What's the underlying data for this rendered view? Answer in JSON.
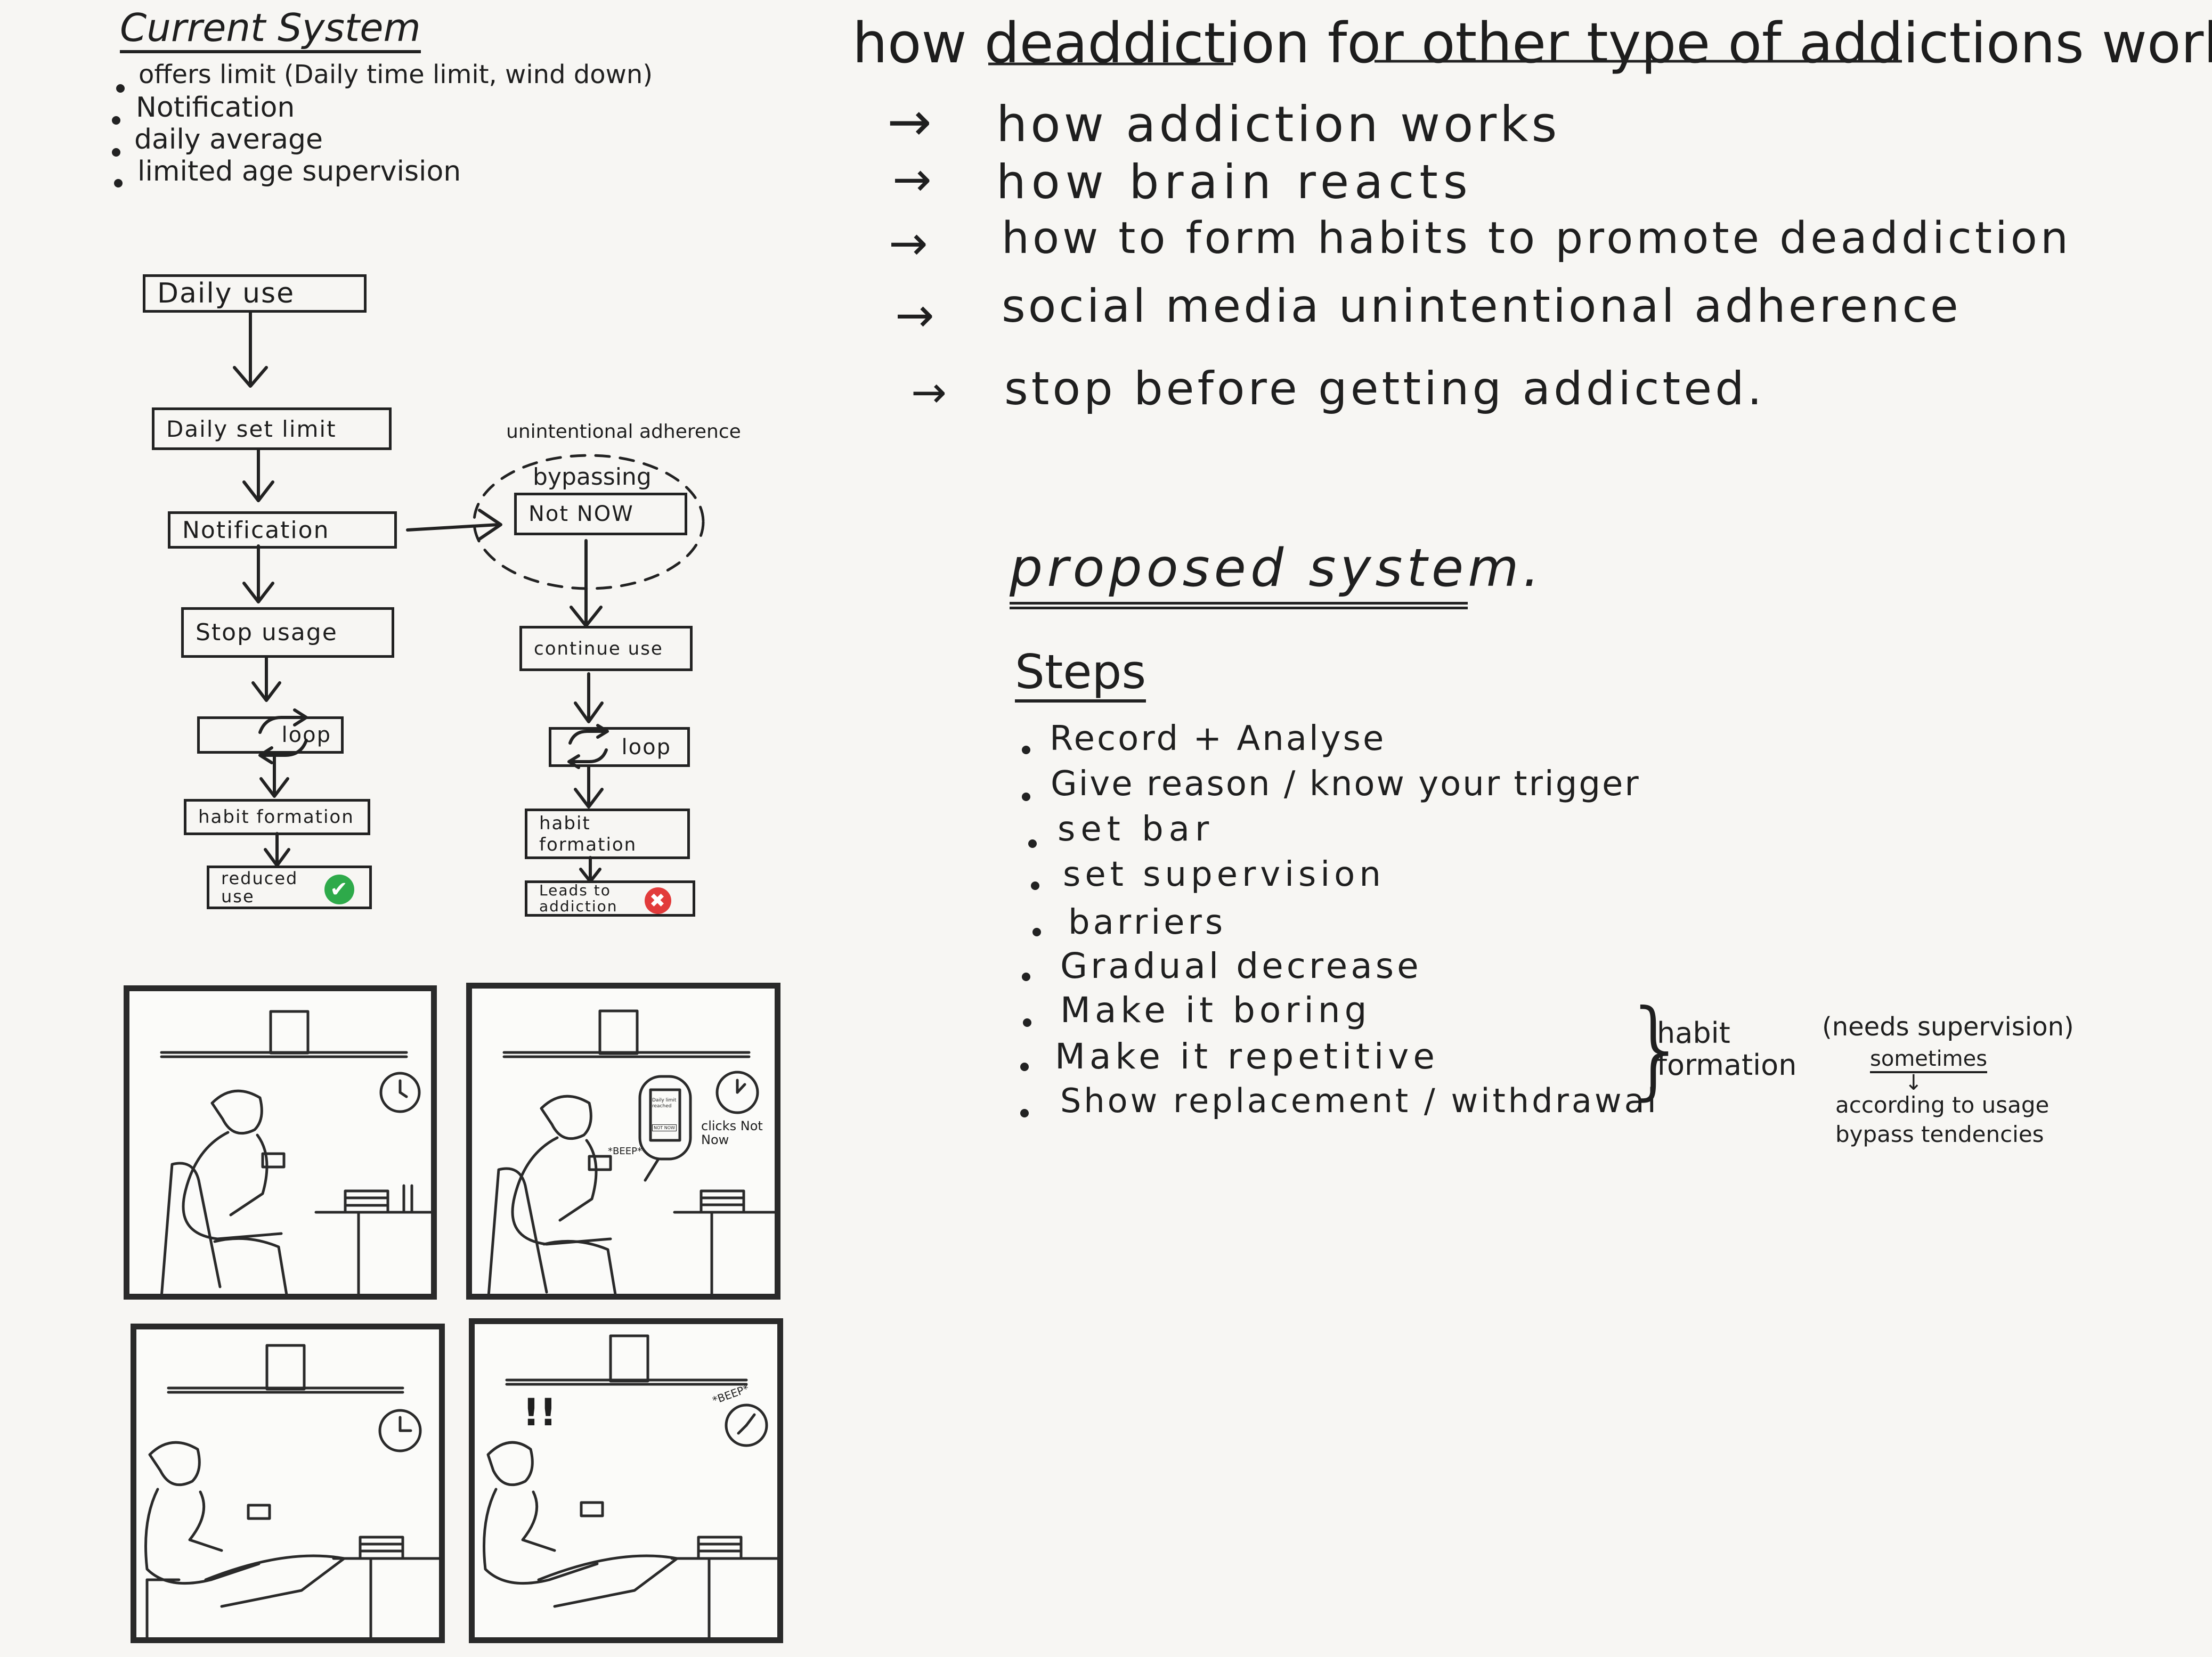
{
  "current_system": {
    "title": "Current System",
    "bullets": [
      "offers limit (Daily time limit, wind down)",
      "Notification",
      "daily average",
      "limited age supervision"
    ]
  },
  "flow": {
    "daily_use": "Daily use",
    "daily_set_limit": "Daily set limit",
    "notification": "Notification",
    "stop_usage": "Stop usage",
    "loop_left": "loop",
    "habit_formation_left": "habit formation",
    "reduced_use": "reduced use",
    "unintentional_label": "unintentional adherence",
    "bypassing": "bypassing",
    "not_now": "Not NOW",
    "continue_use": "continue use",
    "loop_right": "loop",
    "habit_formation_right": "habit formation",
    "leads_to_addiction": "Leads to addiction",
    "success_color": "#2eaa4a",
    "fail_color": "#e23b3b"
  },
  "questions": {
    "heading": "how deaddiction for other type of addictions work?",
    "items": [
      "how addiction works",
      "how brain reacts",
      "how to form habits to promote deaddiction",
      "social media unintentional adherence",
      "stop before getting addicted."
    ]
  },
  "proposed": {
    "title": "proposed system.",
    "steps_label": "Steps",
    "steps": [
      "Record + Analyse",
      "Give reason / know your trigger",
      "set bar",
      "set supervision",
      "barriers",
      "Gradual decrease",
      "Make it boring",
      "Make it repetitive",
      "Show replacement / withdrawal"
    ],
    "habit_formation": "habit formation",
    "needs_supervision": "(needs supervision)",
    "sometimes": "sometimes",
    "according": "according to usage",
    "bypass": "bypass tendencies"
  },
  "storyboard": {
    "phone_popup_line1": "Daily limit reached",
    "phone_popup_line2": "NOT NOW",
    "beep": "*BEEP*",
    "clicks": "clicks Not Now",
    "exclaim": "!!",
    "beep2": "*BEEP*"
  }
}
